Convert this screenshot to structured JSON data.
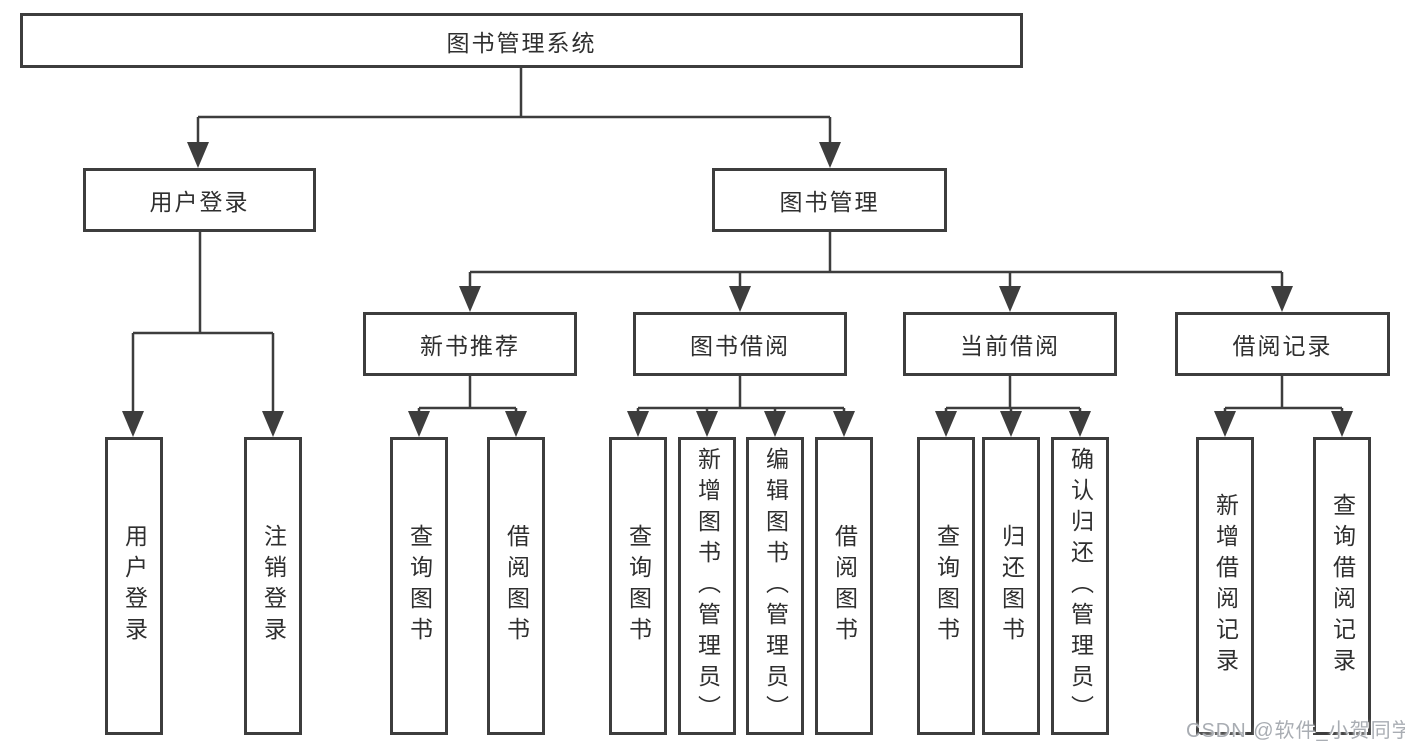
{
  "diagram": {
    "root": {
      "label": "图书管理系统"
    },
    "level2": [
      {
        "label": "用户登录"
      },
      {
        "label": "图书管理"
      }
    ],
    "level3": [
      {
        "label": "新书推荐",
        "parent": "图书管理"
      },
      {
        "label": "图书借阅",
        "parent": "图书管理"
      },
      {
        "label": "当前借阅",
        "parent": "图书管理"
      },
      {
        "label": "借阅记录",
        "parent": "图书管理"
      }
    ],
    "leaves": [
      {
        "label": "用户登录",
        "parent": "用户登录"
      },
      {
        "label": "注销登录",
        "parent": "用户登录"
      },
      {
        "label": "查询图书",
        "parent": "新书推荐"
      },
      {
        "label": "借阅图书",
        "parent": "新书推荐"
      },
      {
        "label": "查询图书",
        "parent": "图书借阅"
      },
      {
        "label": "新增图书（管理员）",
        "parent": "图书借阅"
      },
      {
        "label": "编辑图书（管理员）",
        "parent": "图书借阅"
      },
      {
        "label": "借阅图书",
        "parent": "图书借阅"
      },
      {
        "label": "查询图书",
        "parent": "当前借阅"
      },
      {
        "label": "归还图书",
        "parent": "当前借阅"
      },
      {
        "label": "确认归还（管理员）",
        "parent": "当前借阅"
      },
      {
        "label": "新增借阅记录",
        "parent": "借阅记录"
      },
      {
        "label": "查询借阅记录",
        "parent": "借阅记录"
      }
    ]
  },
  "watermark": {
    "text": "CSDN @软件_小贺同学"
  },
  "colors": {
    "line": "#3d3d3d",
    "text": "#2f2f2f",
    "box-bg": "#ffffff",
    "page-bg": "#ffffff",
    "watermark": "#a9adb3"
  }
}
